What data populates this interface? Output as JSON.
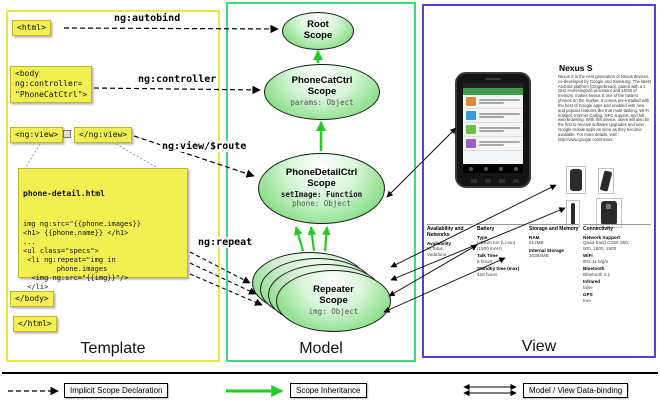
{
  "panels": {
    "template": "Template",
    "model": "Model",
    "view": "View"
  },
  "template": {
    "html_open": "<html>",
    "autobind_label": "ng:autobind",
    "body_open": "<body\nng:controller=\n\"PhoneCatCtrl\">",
    "controller_label": "ng:controller",
    "ngview_open": "<ng:view>",
    "ngview_close": "</ng:view>",
    "view_route_label": "ng:view/$route",
    "repeat_label": "ng:repeat",
    "detail_file": {
      "title": "phone-detail.html",
      "code": "img ng:src=\"{{phone.images}}\n<h1> {{phone.name}} </h1>\n...\n<ul class=\"specs\">\n <li ng:repeat=\"img in\n        phone.images\n  <img ng:src=\"{{img}}\"/>\n </li>\n..."
    },
    "body_close": "</body>",
    "html_close": "</html>"
  },
  "model": {
    "root_scope": {
      "title": "Root\nScope"
    },
    "phonecat_scope": {
      "title": "PhoneCatCtrl\nScope",
      "prop": "params: Object"
    },
    "phonedetail_scope": {
      "title": "PhoneDetailCtrl\nScope",
      "prop_bold": "setImage: Function",
      "prop": "phone: Object"
    },
    "repeater_scope": {
      "title": "Repeater\nScope",
      "prop": "img: Object"
    }
  },
  "view": {
    "product_name": "Nexus S",
    "description": "Nexus S is the next generation of Nexus devices, co-developed by Google and Samsung. The latest Android platform (Gingerbread), paired with a 1 GHz Hummingbird processor and 16GB of memory, makes Nexus S one of the fastest phones on the market. It comes pre-installed with the best of Google apps and enabled with new and popular features like true multi-tasking, Wi-Fi hotspot, Internet Calling, NFC support, and full web browsing. With this device, users will also be the first to receive software upgrades and new Google mobile apps as soon as they become available. For more details, visit http://www.google.com/nexus.",
    "specs": [
      {
        "header": "Availability and Networks",
        "lines": [
          {
            "t": "Availability",
            "b": true
          },
          {
            "t": "M,Telus,"
          },
          {
            "t": "Vodafone"
          }
        ]
      },
      {
        "header": "Battery",
        "lines": [
          {
            "t": "Type",
            "b": true
          },
          {
            "t": "Lithium Ion (Li-Ion)"
          },
          {
            "t": "(1500 mAH)"
          },
          {
            "t": "Talk Time",
            "b": true
          },
          {
            "t": "6 hours"
          },
          {
            "t": "Standby time (max)",
            "b": true
          },
          {
            "t": "428 hours"
          }
        ]
      },
      {
        "header": "Storage and Memory",
        "lines": [
          {
            "t": "RAM",
            "b": true
          },
          {
            "t": "512MB"
          },
          {
            "t": "Internal Storage",
            "b": true
          },
          {
            "t": "16384MB"
          }
        ]
      },
      {
        "header": "Connectivity",
        "lines": [
          {
            "t": "Network Support",
            "b": true
          },
          {
            "t": "Quad-band GSM: 850,"
          },
          {
            "t": "900, 1800, 1900"
          },
          {
            "t": "WiFi",
            "b": true
          },
          {
            "t": "802.11 b/g/n"
          },
          {
            "t": "Bluetooth",
            "b": true
          },
          {
            "t": "Bluetooth 2.1"
          },
          {
            "t": "Infrared",
            "b": true
          },
          {
            "t": "false"
          },
          {
            "t": "GPS",
            "b": true
          },
          {
            "t": "true"
          }
        ]
      }
    ]
  },
  "legend": {
    "implicit": "Implicit Scope Declaration",
    "inheritance": "Scope Inheritance",
    "databinding": "Model / View Data-binding"
  },
  "colors": {
    "template_border": "#ece542",
    "model_border": "#3fdc7f",
    "view_border": "#5b3fd4",
    "code_bg": "#f2ef52",
    "scope_green": "#5fd25f",
    "arrow_green": "#22cc22"
  }
}
